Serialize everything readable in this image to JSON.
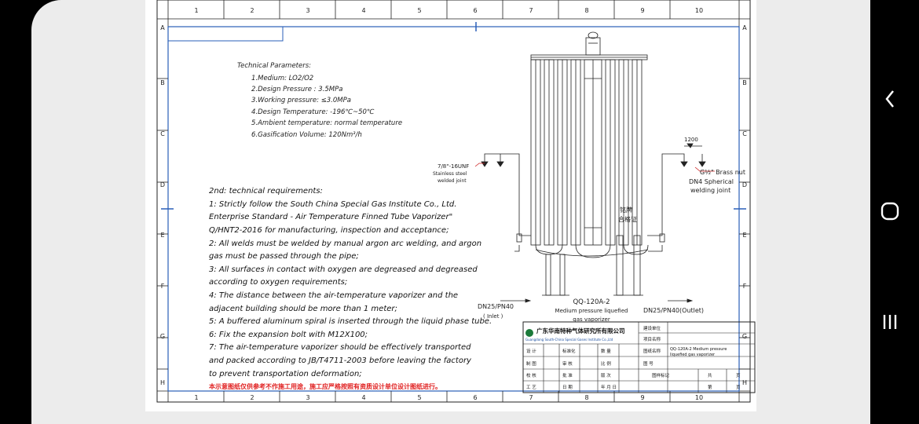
{
  "frame": {
    "cols": [
      "1",
      "2",
      "3",
      "4",
      "5",
      "6",
      "7",
      "8",
      "9",
      "10"
    ],
    "rows": [
      "A",
      "B",
      "C",
      "D",
      "E",
      "F",
      "G",
      "H"
    ]
  },
  "tech_params": {
    "heading": "Technical Parameters:",
    "items": [
      "1.Medium: LO2/O2",
      "2.Design Pressure : 3.5MPa",
      "3.Working pressure: ≤3.0MPa",
      "4.Design Temperature: -196℃~50℃",
      "5.Ambient temperature: normal temperature",
      "6.Gasification Volume: 120Nm³/h"
    ]
  },
  "requirements": {
    "heading": "2nd: technical requirements:",
    "lines": [
      "1: Strictly follow the South China Special Gas Institute Co., Ltd.",
      "Enterprise Standard - Air Temperature Finned Tube Vaporizer\"",
      "Q/HNT2-2016 for manufacturing, inspection and acceptance;",
      "2: All welds must be welded by manual argon arc welding, and argon",
      " gas must be passed through the pipe;",
      "3: All surfaces in contact with oxygen are degreased and degreased",
      "according to oxygen requirements;",
      "4: The distance between the air-temperature vaporizer and the",
      "adjacent building should be more than 1 meter;",
      "5: A buffered aluminum spiral is inserted through the liquid phase tube.",
      "6: Fix the expansion bolt with M12X100;",
      "7: The air-temperature vaporizer should be effectively transported",
      "and packed according to JB/T4711-2003 before leaving the factory",
      " to prevent transportation deformation;"
    ],
    "note_red": "本示意图纸仅供参考不作施工用途，施工应严格按照有资质设计单位设计图纸进行。"
  },
  "drawing": {
    "left_callout": "7/8\"-16UNF",
    "left_callout_sub1": "Stainless steel",
    "left_callout_sub2": "welded joint",
    "dim_1200": "1200",
    "right_callout": "G½\" Brass nut",
    "right_callout_sub1": "DN4 Spherical",
    "right_callout_sub2": "welding joint",
    "plate_label_1": "铭牌",
    "plate_label_2": "合格证",
    "inlet_label": "DN25/PN40",
    "inlet_sub": "( Inlet )",
    "outlet_label": "DN25/PN40(Outlet)",
    "model": "QQ-120A-2",
    "caption_1": "Medium pressure liquefied",
    "caption_2": "gas vaporizer"
  },
  "title_block": {
    "company_cn": "广东华南特种气体研究所有限公司",
    "company_en": "Guangdong South-China Special Gases Institute Co.,Ltd",
    "construct_unit": "建设单位",
    "project_name": "项目名称",
    "drawing_name": "图纸名称",
    "drawing_name_value_1": "QQ-120A-2 Medium pressure",
    "drawing_name_value_2": "liquefied gas vaporizer",
    "design": "设 计",
    "standardize": "标准化",
    "quantity": "数 量",
    "draw": "制 图",
    "review": "审 核",
    "scale": "比 例",
    "drawing_no": "图 号",
    "check": "校 核",
    "approve": "批 准",
    "version": "版 次",
    "sheet_mark": "图样标记",
    "total": "共",
    "page": "页",
    "process": "工 艺",
    "date": "日 期",
    "date_fmt": "年  月  日",
    "sheet": "第"
  },
  "colors": {
    "line": "#1a1a1a",
    "border_blue": "#2a5fb8",
    "callout_red": "#cc2222",
    "note_red": "#e02020"
  },
  "system_nav": [
    "back-icon",
    "home-icon",
    "recents-icon"
  ]
}
